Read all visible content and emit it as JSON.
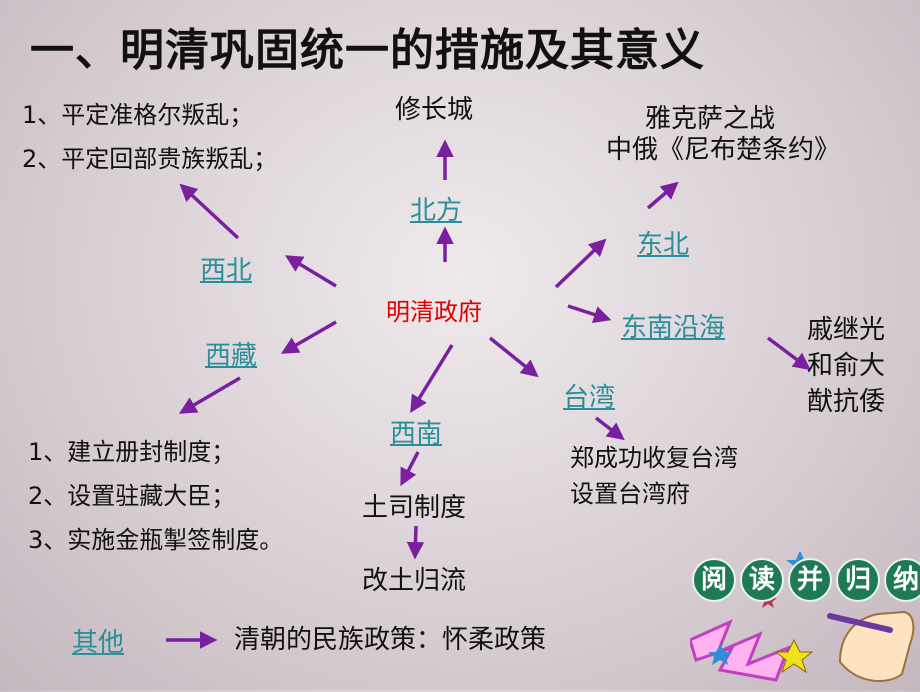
{
  "title": "一、明清巩固统一的措施及其意义",
  "center": "明清政府",
  "regions": {
    "north": "北方",
    "northwest": "西北",
    "tibet": "西藏",
    "southwest": "西南",
    "northeast": "东北",
    "southeast": "东南沿海",
    "taiwan": "台湾"
  },
  "north_note": "修长城",
  "northwest_notes": [
    "1、平定准格尔叛乱；",
    "2、平定回部贵族叛乱；"
  ],
  "northeast_notes": [
    "雅克萨之战",
    "中俄《尼布楚条约》"
  ],
  "southeast_notes": [
    "戚继光",
    "和俞大",
    "猷抗倭"
  ],
  "taiwan_notes": [
    "郑成功收复台湾",
    "设置台湾府"
  ],
  "southwest_notes": [
    "土司制度",
    "改土归流"
  ],
  "tibet_notes": [
    "1、建立册封制度；",
    "2、设置驻藏大臣；",
    "3、实施金瓶掣签制度。"
  ],
  "other": {
    "label": "其他",
    "text": "清朝的民族政策：怀柔政策"
  },
  "badge": {
    "chars": [
      "阅",
      "读",
      "并",
      "归",
      "纳"
    ]
  },
  "colors": {
    "arrow": "#7a1fa0",
    "link": "#2a8f9a",
    "center": "#e00000",
    "badge": "#1f7a54"
  }
}
